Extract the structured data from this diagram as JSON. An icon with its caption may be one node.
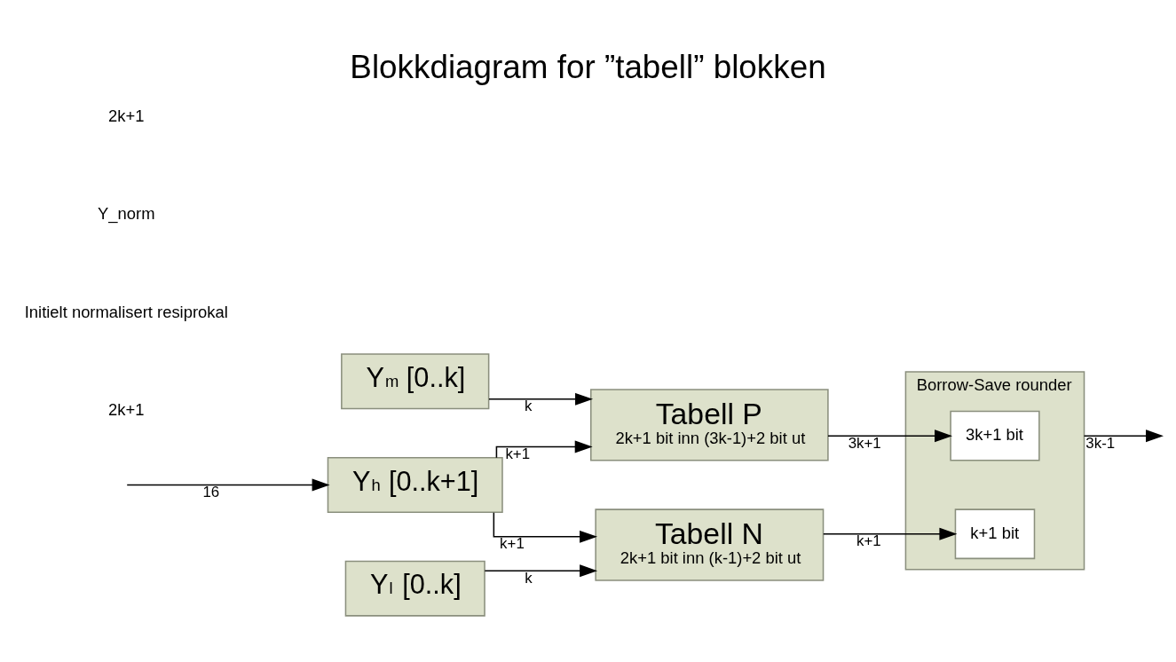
{
  "diagram": {
    "title": "Blokkdiagram for ”tabell” blokken",
    "nodes": [
      {
        "text": [
          "Tabell P",
          "2k+1 bit inn (3k-1)+2 bit ut"
        ]
      },
      {
        "text": [
          "Borrow-Save rounder"
        ]
      },
      {
        "text": [
          "3k+1 bit"
        ],
        "in": 1
      },
      {
        "text": [
          "k+1 bit"
        ],
        "in": 1
      },
      {
        "text": [
          "Y$_{h}$ [0..k+1]"
        ]
      },
      {
        "text": [
          "Y$_{m}$ [0..k]"
        ]
      },
      {
        "text": [
          "Y$_{l}$ [0..k]"
        ]
      },
      {
        "text": [
          "Tabell N",
          "2k+1 bit inn (k-1)+2 bit ut"
        ]
      }
    ],
    "edges": [
      {
        "from": 4,
        "to": 0,
        "arrow": "to",
        "label": "k+1"
      },
      {
        "from": 5,
        "to": 0,
        "arrow": "to",
        "label": "k"
      },
      {
        "from": 0,
        "to": 2,
        "arrow": "to",
        "label": "3k+1"
      },
      {
        "from": null,
        "to": 4,
        "arrow": "to",
        "label": "16"
      },
      {
        "from": 1,
        "to": null,
        "arrow": "to",
        "label": "3k-1"
      },
      {
        "from": 7,
        "to": 3,
        "arrow": "to",
        "label": "k+1"
      },
      {
        "from": 4,
        "to": 7,
        "arrow": "to",
        "label": "k+1"
      },
      {
        "from": 6,
        "to": 7,
        "arrow": "to",
        "label": "k"
      }
    ],
    "labels": [
      "2k+1",
      "Initielt normalisert resiprokal",
      "Y_norm",
      "2k+1"
    ]
  }
}
